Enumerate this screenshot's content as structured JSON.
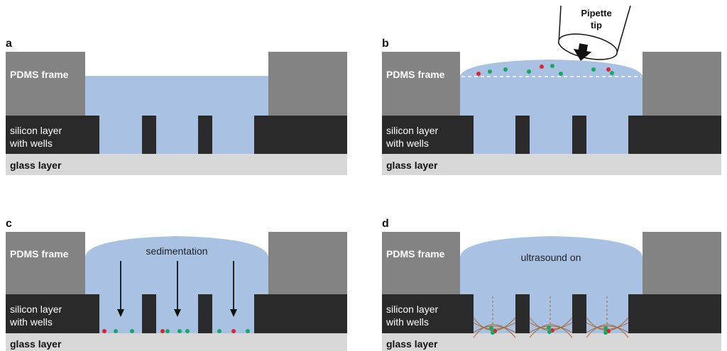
{
  "colors": {
    "pdms": "#838383",
    "silicon": "#2a2a2a",
    "glass": "#d8d8d8",
    "liquid": "#a9c2e3",
    "cell_red": "#e0242c",
    "cell_green": "#14a860",
    "wave": "#a8662e"
  },
  "labels": {
    "pdms": "PDMS frame",
    "silicon_line1": "silicon layer",
    "silicon_line2": "with wells",
    "glass": "glass layer"
  },
  "panels": [
    {
      "letter": "a",
      "caption": ""
    },
    {
      "letter": "b",
      "caption": ""
    },
    {
      "letter": "c",
      "caption": "sedimentation"
    },
    {
      "letter": "d",
      "caption": "ultrasound on"
    }
  ],
  "pipette": {
    "line1": "Pipette",
    "line2": "tip"
  }
}
